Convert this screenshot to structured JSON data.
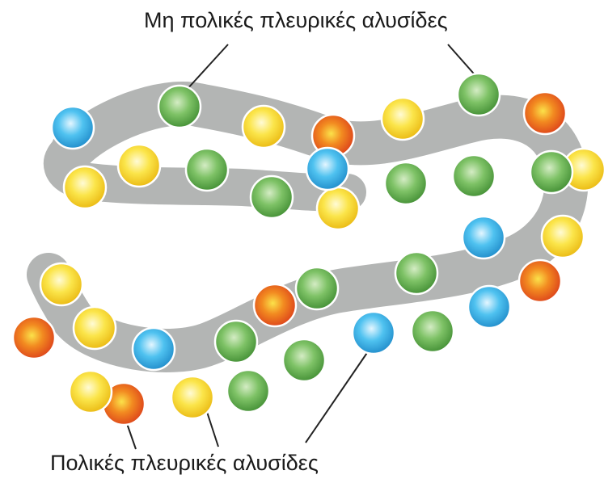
{
  "labels": {
    "nonpolar": "Μη πολικές πλευρικές αλυσίδες",
    "polar": "Πολικές πλευρικές αλυσίδες"
  },
  "colors": {
    "backbone": "#b3b5b4",
    "green": "#5aaa46",
    "yellow": "#f6d21a",
    "blue": "#27a3dc",
    "red": "#e5441e",
    "leader": "#222222",
    "text": "#1a1a1a"
  },
  "legend_icons": {
    "green": "nonpolar-side-chain-sphere",
    "yellow": "polar-side-chain-sphere",
    "blue": "polar-side-chain-sphere",
    "red": "polar-side-chain-sphere"
  }
}
